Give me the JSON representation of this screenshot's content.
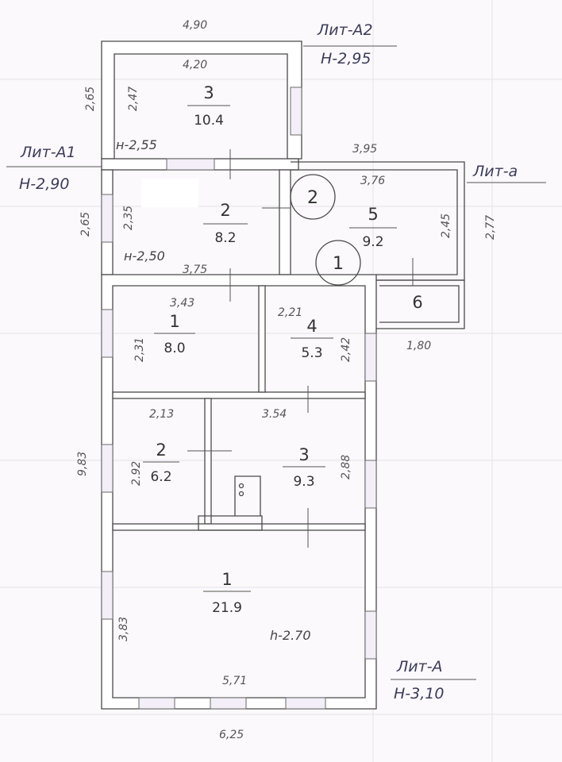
{
  "labels": {
    "lit_a2": "Лит-А2",
    "h_a2": "Н-2,95",
    "lit_a1": "Лит-А1",
    "h_a1": "Н-2,90",
    "lit_a_small": "Лит-а",
    "lit_a": "Лит-А",
    "h_a": "Н-3,10"
  },
  "heights": {
    "a2_room": "н-2,55",
    "a1_room": "н-2,50",
    "main": "h-2.70"
  },
  "rooms": {
    "a2_3": {
      "num": "3",
      "area": "10.4"
    },
    "a1_2": {
      "num": "2",
      "area": "8.2"
    },
    "a_5": {
      "num": "5",
      "area": "9.2"
    },
    "a_6": {
      "num": "6"
    },
    "r1": {
      "num": "1",
      "area": "8.0"
    },
    "r4": {
      "num": "4",
      "area": "5.3"
    },
    "r2": {
      "num": "2",
      "area": "6.2"
    },
    "r3": {
      "num": "3",
      "area": "9.3"
    },
    "r1_big": {
      "num": "1",
      "area": "21.9"
    }
  },
  "circles": {
    "c2": "2",
    "c1": "1"
  },
  "dims": {
    "d490": "4,90",
    "d420": "4,20",
    "d265a": "2,65",
    "d247": "2,47",
    "d265b": "2,65",
    "d235": "2,35",
    "d395": "3,95",
    "d376": "3,76",
    "d245": "2,45",
    "d277": "2,77",
    "d375": "3,75",
    "d343": "3,43",
    "d221": "2,21",
    "d231": "2,31",
    "d242": "2,42",
    "d180": "1,80",
    "d213": "2,13",
    "d354": "3.54",
    "d292": "2.92",
    "d288": "2,88",
    "d983": "9,83",
    "d383": "3,83",
    "d571": "5,71",
    "d625": "6,25"
  }
}
